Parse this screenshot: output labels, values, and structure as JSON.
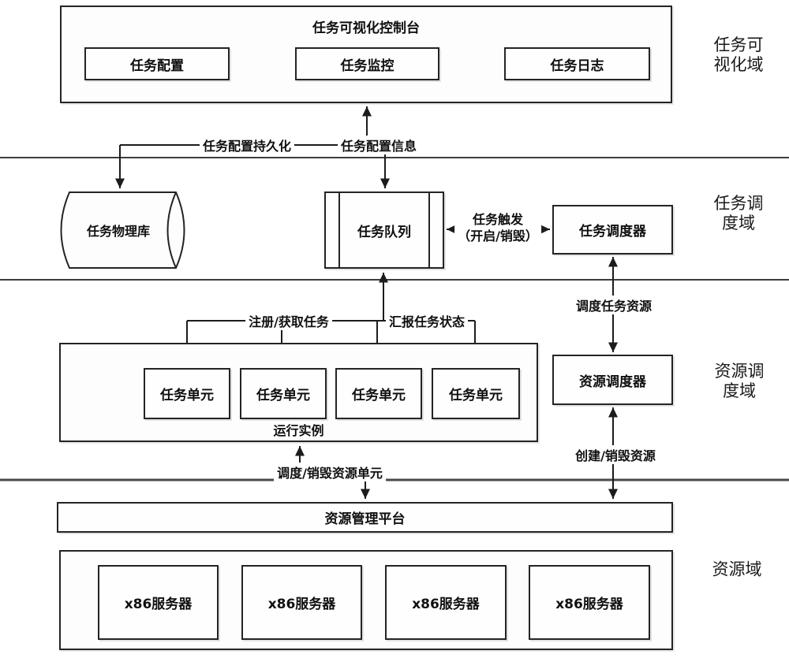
{
  "colors": {
    "line": "#1c1c1c",
    "divider": "#3d3d3d",
    "background": "#ffffff",
    "box_border": "#242424"
  },
  "domain_labels": {
    "task_visualization": {
      "line1": "任务可",
      "line2": "视化域"
    },
    "task_scheduling": {
      "line1": "任务调",
      "line2": "度域"
    },
    "resource_scheduling": {
      "line1": "资源调",
      "line2": "度域"
    },
    "resource": {
      "line1": "资源域"
    }
  },
  "console": {
    "title": "任务可视化控制台",
    "modules": [
      {
        "label": "任务配置"
      },
      {
        "label": "任务监控"
      },
      {
        "label": "任务日志"
      }
    ]
  },
  "task_scheduling": {
    "physical_store": {
      "label": "任务物理库"
    },
    "task_queue": {
      "label": "任务队列"
    },
    "task_scheduler": {
      "label": "任务调度器"
    }
  },
  "resource_scheduling": {
    "run_instance": {
      "label": "运行实例",
      "units": [
        {
          "label": "任务单元"
        },
        {
          "label": "任务单元"
        },
        {
          "label": "任务单元"
        },
        {
          "label": "任务单元"
        }
      ]
    },
    "resource_scheduler": {
      "label": "资源调度器"
    }
  },
  "resource": {
    "platform": {
      "label": "资源管理平台"
    },
    "servers": [
      {
        "label": "x86服务器"
      },
      {
        "label": "x86服务器"
      },
      {
        "label": "x86服务器"
      },
      {
        "label": "x86服务器"
      }
    ]
  },
  "connector_labels": {
    "config_persist": "任务配置持久化",
    "config_info": "任务配置信息",
    "task_trigger_line1": "任务触发",
    "task_trigger_line2": "（开启/销毁）",
    "schedule_task_resource": "调度任务资源",
    "register_fetch_task": "注册/获取任务",
    "report_task_status": "汇报任务状态",
    "create_destroy_resource": "创建/销毁资源",
    "dispatch_destroy_resource_unit": "调度/销毁资源单元"
  }
}
